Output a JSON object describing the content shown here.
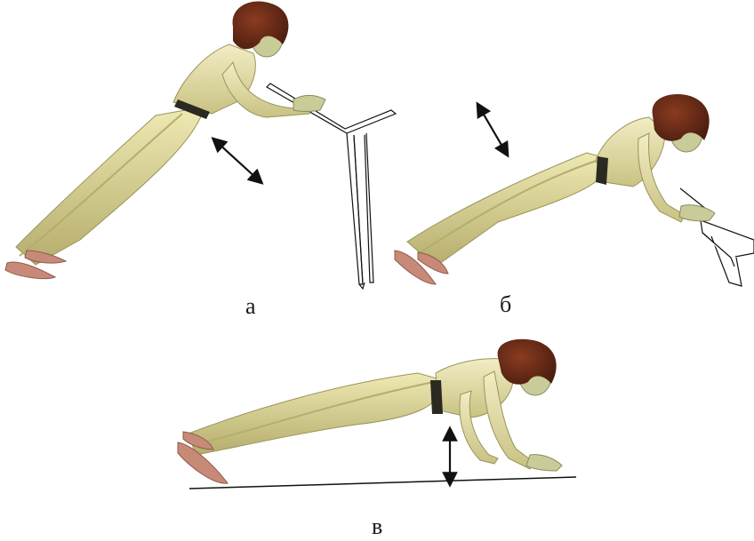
{
  "captions": {
    "a": "а",
    "b": "б",
    "c": "в"
  },
  "colors": {
    "outfit": "#e4e0a0",
    "outfit_shadow": "#b8b274",
    "skin": "#c9cc98",
    "hair": "#6b2d18",
    "hair_dark": "#4a1d0f",
    "shoe": "#c88a78",
    "belt": "#2a2a22",
    "arrow": "#111111",
    "line": "#111111"
  },
  "figures": [
    {
      "id": "a",
      "pose": "incline-pushup-wall-rail"
    },
    {
      "id": "b",
      "pose": "incline-pushup-low-bench"
    },
    {
      "id": "c",
      "pose": "floor-pushup"
    }
  ]
}
